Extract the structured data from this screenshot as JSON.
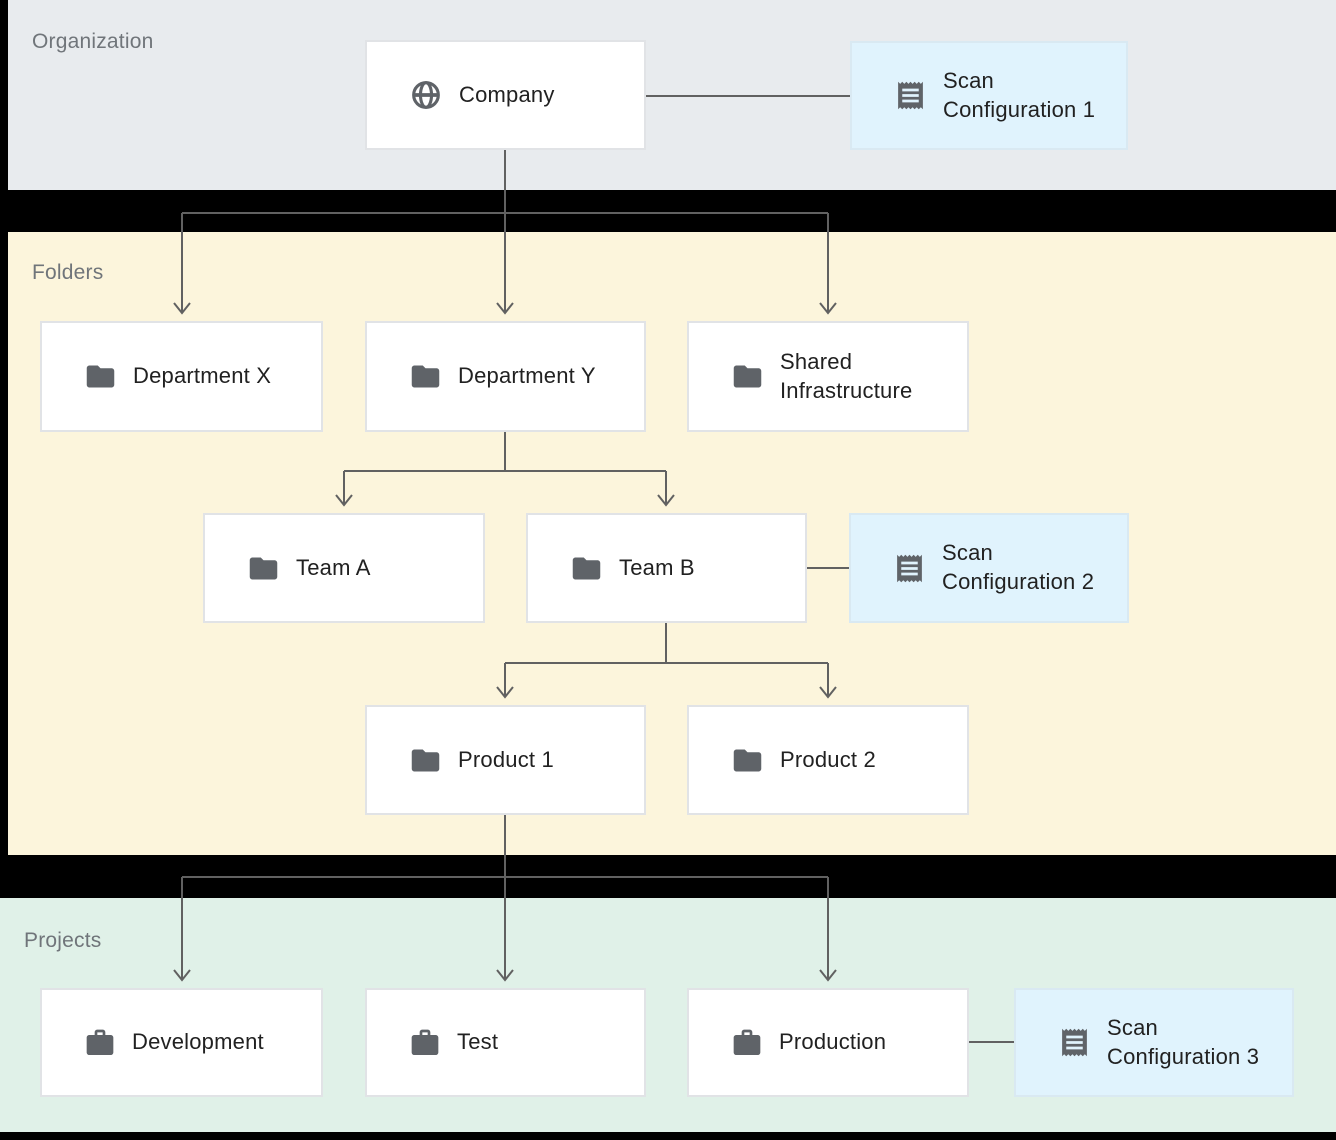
{
  "sections": {
    "organization": {
      "label": "Organization"
    },
    "folders": {
      "label": "Folders"
    },
    "projects": {
      "label": "Projects"
    }
  },
  "nodes": {
    "company": {
      "label": "Company",
      "icon": "globe-icon"
    },
    "department_x": {
      "label": "Department X",
      "icon": "folder-icon"
    },
    "department_y": {
      "label": "Department Y",
      "icon": "folder-icon"
    },
    "shared_infrastructure": {
      "label": "Shared Infrastructure",
      "icon": "folder-icon"
    },
    "team_a": {
      "label": "Team A",
      "icon": "folder-icon"
    },
    "team_b": {
      "label": "Team B",
      "icon": "folder-icon"
    },
    "product_1": {
      "label": "Product 1",
      "icon": "folder-icon"
    },
    "product_2": {
      "label": "Product 2",
      "icon": "folder-icon"
    },
    "development": {
      "label": "Development",
      "icon": "briefcase-icon"
    },
    "test": {
      "label": "Test",
      "icon": "briefcase-icon"
    },
    "production": {
      "label": "Production",
      "icon": "briefcase-icon"
    }
  },
  "scan_configs": {
    "scan_config_1": {
      "label": "Scan Configuration 1",
      "icon": "receipt-icon"
    },
    "scan_config_2": {
      "label": "Scan Configuration 2",
      "icon": "receipt-icon"
    },
    "scan_config_3": {
      "label": "Scan Configuration 3",
      "icon": "receipt-icon"
    }
  },
  "colors": {
    "page_bg": "#000000",
    "organization_band": "#e8ebee",
    "folders_band": "#fcf5dc",
    "projects_band": "#e0f1e8",
    "node_bg": "#ffffff",
    "node_border": "#e1e3e6",
    "scan_config_bg": "#e0f3fd",
    "scan_config_border": "#d9e9f2",
    "connector_line": "#616161",
    "icon_gray": "#5f6368",
    "text": "#212121",
    "section_label": "#70757a"
  }
}
